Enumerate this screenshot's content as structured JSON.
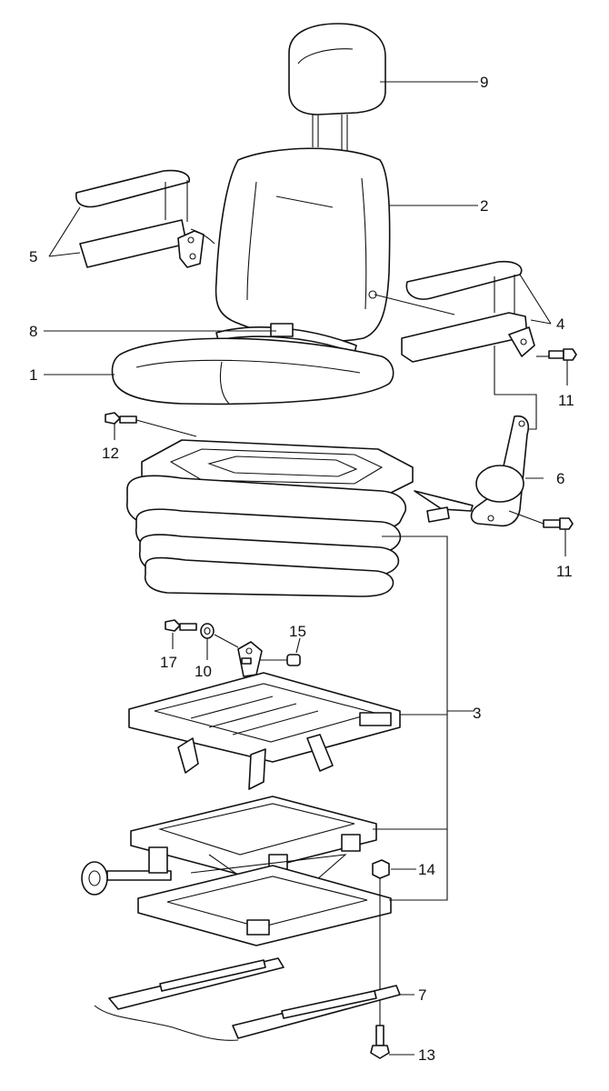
{
  "callouts": [
    {
      "id": "1",
      "label": "1"
    },
    {
      "id": "2",
      "label": "2"
    },
    {
      "id": "3",
      "label": "3"
    },
    {
      "id": "4",
      "label": "4"
    },
    {
      "id": "5",
      "label": "5"
    },
    {
      "id": "6",
      "label": "6"
    },
    {
      "id": "7",
      "label": "7"
    },
    {
      "id": "8",
      "label": "8"
    },
    {
      "id": "9",
      "label": "9"
    },
    {
      "id": "10",
      "label": "10"
    },
    {
      "id": "11a",
      "label": "11"
    },
    {
      "id": "11b",
      "label": "11"
    },
    {
      "id": "12",
      "label": "12"
    },
    {
      "id": "13",
      "label": "13"
    },
    {
      "id": "14",
      "label": "14"
    },
    {
      "id": "15",
      "label": "15"
    },
    {
      "id": "17",
      "label": "17"
    }
  ],
  "colors": {
    "ink": "#111111",
    "paper": "#ffffff"
  }
}
